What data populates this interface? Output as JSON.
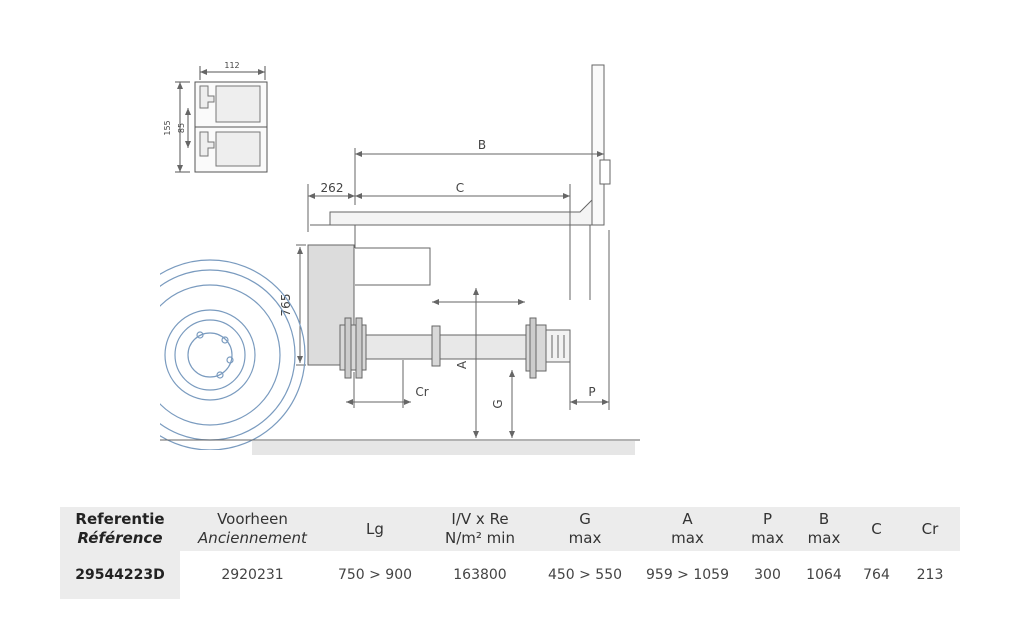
{
  "drawing": {
    "profile": {
      "width": "112",
      "height": "155",
      "inner": "85"
    },
    "dims": {
      "b": "B",
      "c": "C",
      "d262": "262",
      "d765": "765",
      "a": "A",
      "g": "G",
      "cr": "Cr",
      "p": "P"
    }
  },
  "table": {
    "headers": [
      {
        "l1": "Referentie",
        "l2": "Référence"
      },
      {
        "l1": "Voorheen",
        "l2": "Anciennement"
      },
      {
        "l1": "Lg",
        "l2": ""
      },
      {
        "l1": "I/V x Re",
        "l2": "N/m² min"
      },
      {
        "l1": "G",
        "l2": "max"
      },
      {
        "l1": "A",
        "l2": "max"
      },
      {
        "l1": "P",
        "l2": "max"
      },
      {
        "l1": "B",
        "l2": "max"
      },
      {
        "l1": "C",
        "l2": ""
      },
      {
        "l1": "Cr",
        "l2": ""
      }
    ],
    "row": [
      "29544223D",
      "2920231",
      "750 > 900",
      "163800",
      "450 > 550",
      "959 > 1059",
      "300",
      "1064",
      "764",
      "213"
    ]
  }
}
